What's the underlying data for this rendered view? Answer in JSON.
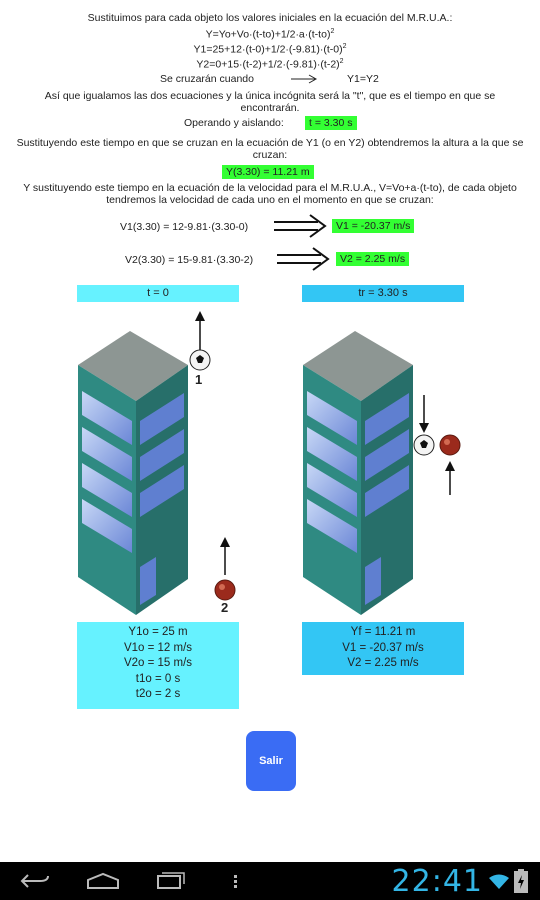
{
  "header": {
    "intro": "Sustituimos para cada objeto los valores iniciales en la ecuación del M.R.U.A.:",
    "eq_general": "Y=Yo+Vo·(t-to)+1/2·a·(t-to)",
    "eq_y1": "Y1=25+12·(t-0)+1/2·(-9.81)·(t-0)",
    "eq_y2": "Y2=0+15·(t-2)+1/2·(-9.81)·(t-2)",
    "exp2": "2",
    "cross_label": "Se cruzarán cuando",
    "cross_cond": "Y1=Y2",
    "equalize": "Así que igualamos las dos ecuaciones y la única incógnita será la \"t\", que es el tiempo en que se encontrarán.",
    "operate_label": "Operando y aislando:",
    "t_result": "t = 3.30 s",
    "substitute_y": "Sustituyendo este tiempo en que se cruzan en la ecuación de Y1 (o en Y2) obtendremos la altura a la que se cruzan:",
    "y_result": "Y(3.30) = 11.21 m",
    "substitute_v": "Y sustituyendo este tiempo en la ecuación de la velocidad para el M.R.U.A., V=Vo+a·(t-to), de cada objeto tendremos la velocidad de cada uno en el momento en que se cruzan:",
    "v1_eq": "V1(3.30) = 12-9.81·(3.30-0)",
    "v1_result": "V1 = -20.37 m/s",
    "v2_eq": "V2(3.30) = 15-9.81·(3.30-2)",
    "v2_result": "V2 = 2.25 m/s"
  },
  "left_panel": {
    "title": "t = 0",
    "ball1_label": "1",
    "ball2_label": "2",
    "info": [
      "Y1o = 25 m",
      "V1o = 12 m/s",
      "V2o = 15 m/s",
      "t1o = 0 s",
      "t2o = 2 s"
    ]
  },
  "right_panel": {
    "title": "tr = 3.30 s",
    "info": [
      "Yf = 11.21 m",
      "V1 = -20.37 m/s",
      "V2 = 2.25 m/s"
    ]
  },
  "exit_label": "Salir",
  "status": {
    "clock": "22:41"
  },
  "colors": {
    "highlight": "#33ff33",
    "panel_left": "#66f2ff",
    "panel_right": "#33c6f4",
    "exit_button": "#3a6cf4",
    "clock": "#33b5e5"
  },
  "icons": [
    "back-icon",
    "home-icon",
    "recent-apps-icon",
    "menu-icon",
    "wifi-icon",
    "battery-icon"
  ]
}
